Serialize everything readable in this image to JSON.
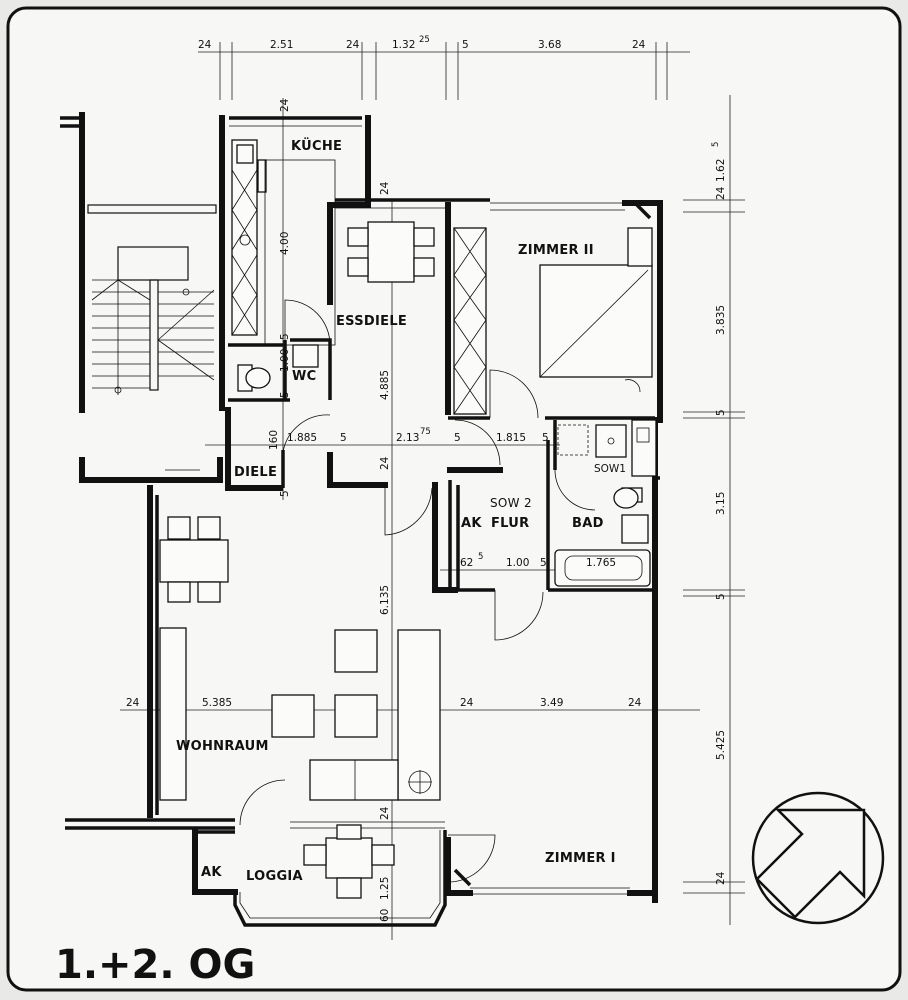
{
  "floor_label": "1.+2. OG",
  "rooms": {
    "kueche": "KÜCHE",
    "essdiele": "ESSDIELE",
    "zimmer_ii": "ZIMMER II",
    "wc": "WC",
    "diele": "DIELE",
    "sow1": "SOW1",
    "sow2": "SOW 2",
    "flur": "FLUR",
    "bad": "BAD",
    "ak_flur": "AK",
    "wohnraum": "WOHNRAUM",
    "zimmer_i": "ZIMMER I",
    "ak_loggia": "AK",
    "loggia": "LOGGIA"
  },
  "dimensions": {
    "top": [
      "24",
      "2.51",
      "24",
      "1.32",
      "25",
      "5",
      "3.68",
      "24"
    ],
    "right": [
      "1.62",
      "5",
      "24",
      "3.835",
      "5",
      "3.15",
      "5",
      "5.425",
      "24"
    ],
    "kitchen": {
      "wall_24": "24",
      "length": "4.00",
      "gap_5a": "5",
      "wc": "1.00",
      "gap_5b": "5",
      "diele": "160",
      "bottom_5": "5"
    },
    "row1": [
      "1.885",
      "5",
      "2.13",
      "75",
      "5",
      "1.815",
      "5"
    ],
    "essdiele": {
      "length": "4.885",
      "wall_top": "24",
      "wall_mid": "24"
    },
    "flur": [
      "62",
      "5",
      "1.00",
      "5",
      "1.765"
    ],
    "wohnraum": {
      "depth": "6.135",
      "left_wall": "24",
      "width": "5.385",
      "mid_wall": "24",
      "zimmer_i_width": "3.49",
      "right_wall": "24",
      "loggia_wall": "24"
    },
    "loggia": [
      "60",
      "1.25"
    ]
  }
}
